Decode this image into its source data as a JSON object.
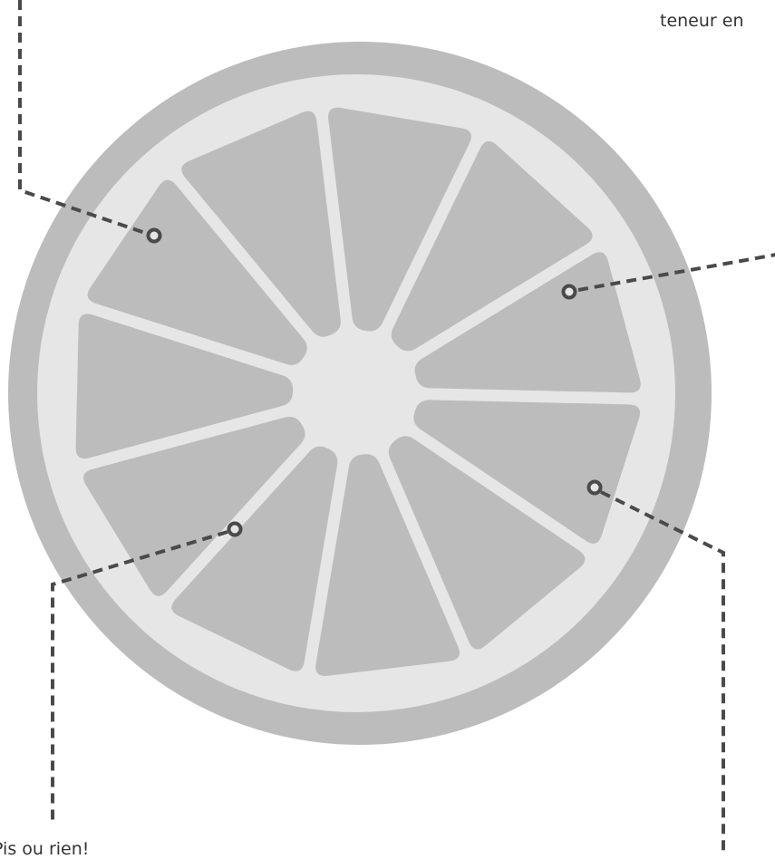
{
  "labels": {
    "top_right": "teneur en",
    "bottom_left": "Pis ou rien!"
  },
  "colors": {
    "rind": "#bcbcbc",
    "pith": "#e6e6e6",
    "segment": "#bcbcbc",
    "leader_line": "#4a4a4a",
    "text": "#333333"
  },
  "illustration": {
    "subject": "citrus-slice",
    "segment_count": 11,
    "callout_count": 4
  }
}
